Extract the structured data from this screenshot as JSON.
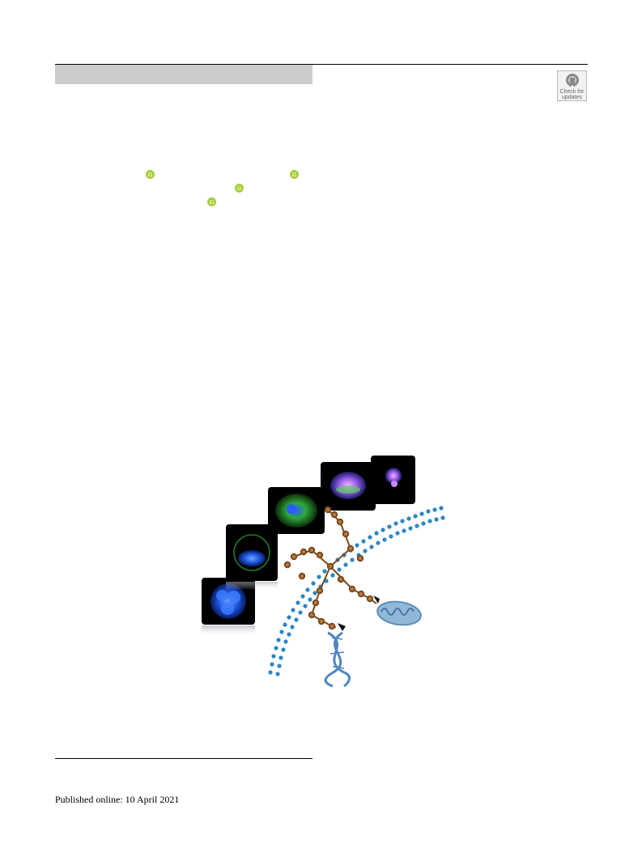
{
  "header": {
    "badge": {
      "icon": "check-for-updates-icon",
      "line1": "Check for",
      "line2": "updates"
    }
  },
  "authors": {
    "orcid_icon": "orcid-icon",
    "orcid_color": "#a6ce39"
  },
  "graphical_abstract": {
    "description_icons": [
      "cell-micrograph-icon",
      "porphyrin-molecule-icon",
      "dna-helix-icon",
      "mitochondrion-icon",
      "membrane-bilayer-icon"
    ]
  },
  "footer": {
    "published": "Published online: 10 April 2021"
  }
}
